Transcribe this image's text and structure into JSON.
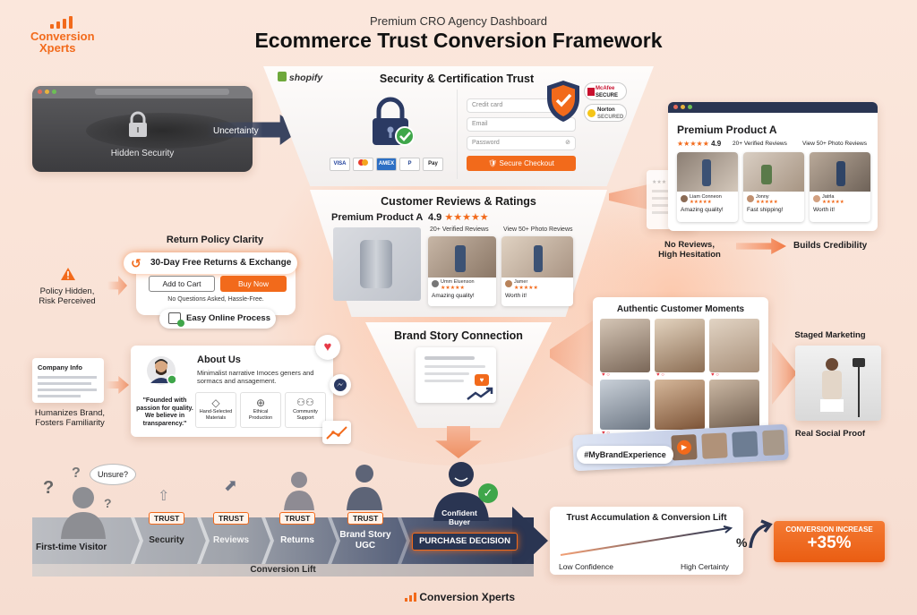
{
  "brand": {
    "name_line1": "Conversion",
    "name_line2": "Xperts",
    "footer_brand": "Conversion Xperts"
  },
  "header": {
    "subtitle": "Premium CRO Agency Dashboard",
    "title": "Ecommerce Trust Conversion Framework"
  },
  "colors": {
    "accent": "#f26a1b",
    "navy": "#2a3552",
    "bg": "#fbe7dc"
  },
  "left": {
    "hidden_security": "Hidden Security",
    "uncertainty": "Uncertainty",
    "return_policy_title": "Return Policy Clarity",
    "returns_banner": "30-Day Free Returns & Exchange",
    "add_to_cart": "Add to Cart",
    "buy_now": "Buy Now",
    "no_questions": "No Questions Asked, Hassle-Free.",
    "easy_online": "Easy Online Process",
    "policy_hidden_l1": "Policy Hidden,",
    "policy_hidden_l2": "Risk Perceived",
    "company_info": "Company Info",
    "humanizes_l1": "Humanizes Brand,",
    "humanizes_l2": "Fosters Familiarity",
    "about_title": "About Us",
    "about_desc_l1": "Minimalist narrative Imoces geners and",
    "about_desc_l2": "sormacs and ansagement.",
    "founder_quote_l1": "\"Founded with",
    "founder_quote_l2": "passion for quality.",
    "founder_quote_l3": "We believe in",
    "founder_quote_l4": "transparency.\"",
    "values": [
      {
        "label_l1": "Hand-Selected",
        "label_l2": "Materials",
        "icon": "diamond-icon"
      },
      {
        "label_l1": "Ethical",
        "label_l2": "Production",
        "icon": "globe-icon"
      },
      {
        "label_l1": "Community",
        "label_l2": "Support",
        "icon": "people-icon"
      }
    ]
  },
  "funnel": {
    "security_title": "Security & Certification Trust",
    "shopify": "shopify",
    "credit_card": "Credit card",
    "email": "Email",
    "password": "Password",
    "secure_checkout": "Secure Checkout",
    "mcafee_l1": "McAfee",
    "mcafee_l2": "SECURE",
    "norton_l1": "Norton",
    "norton_l2": "SECURED",
    "payments": [
      "VISA",
      "MC",
      "AMEX",
      "P",
      "Pay"
    ],
    "reviews_title": "Customer Reviews & Ratings",
    "product_name": "Premium Product A",
    "rating": "4.9",
    "stars": "★★★★★",
    "verified": "20+ Verified Reviews",
    "photo_reviews": "View 50+ Photo Reviews",
    "reviewer1": "Umm Eluenson",
    "reviewer1_text": "Amazing quality!",
    "reviewer2": "Jamer",
    "reviewer2_text": "Worth it!",
    "brand_story_title": "Brand Story Connection"
  },
  "right": {
    "product_name": "Premium Product A",
    "rating": "4.9",
    "stars": "★★★★★",
    "verified": "20+ Verified Reviews",
    "photo_reviews": "View 50+ Photo Reviews",
    "reviews": [
      {
        "name": "Liam Conneon",
        "text": "Amazing quality!"
      },
      {
        "name": "Jonny",
        "text": "Fast shipping!"
      },
      {
        "name": "Jatrla",
        "text": "Worth it!"
      }
    ],
    "no_reviews_l1": "No Reviews,",
    "no_reviews_l2": "High Hesitation",
    "builds_cred": "Builds Credibility",
    "authentic_title": "Authentic Customer Moments",
    "hashtag": "#MyBrandExperience",
    "staged": "Staged Marketing",
    "real_proof": "Real Social Proof"
  },
  "journey": {
    "unsure": "Unsure?",
    "first_time": "First-time Visitor",
    "trust": "TRUST",
    "steps": [
      "Security",
      "Reviews",
      "Returns"
    ],
    "brand_story_l1": "Brand Story",
    "brand_story_l2": "UGC",
    "confident_l1": "Confident",
    "confident_l2": "Buyer",
    "purchase": "PURCHASE DECISION",
    "conversion_lift": "Conversion Lift",
    "accum_title": "Trust Accumulation & Conversion Lift",
    "low": "Low Confidence",
    "high": "High Certainty",
    "percent": "%",
    "increase_label": "CONVERSION INCREASE",
    "increase_value": "+35%"
  }
}
